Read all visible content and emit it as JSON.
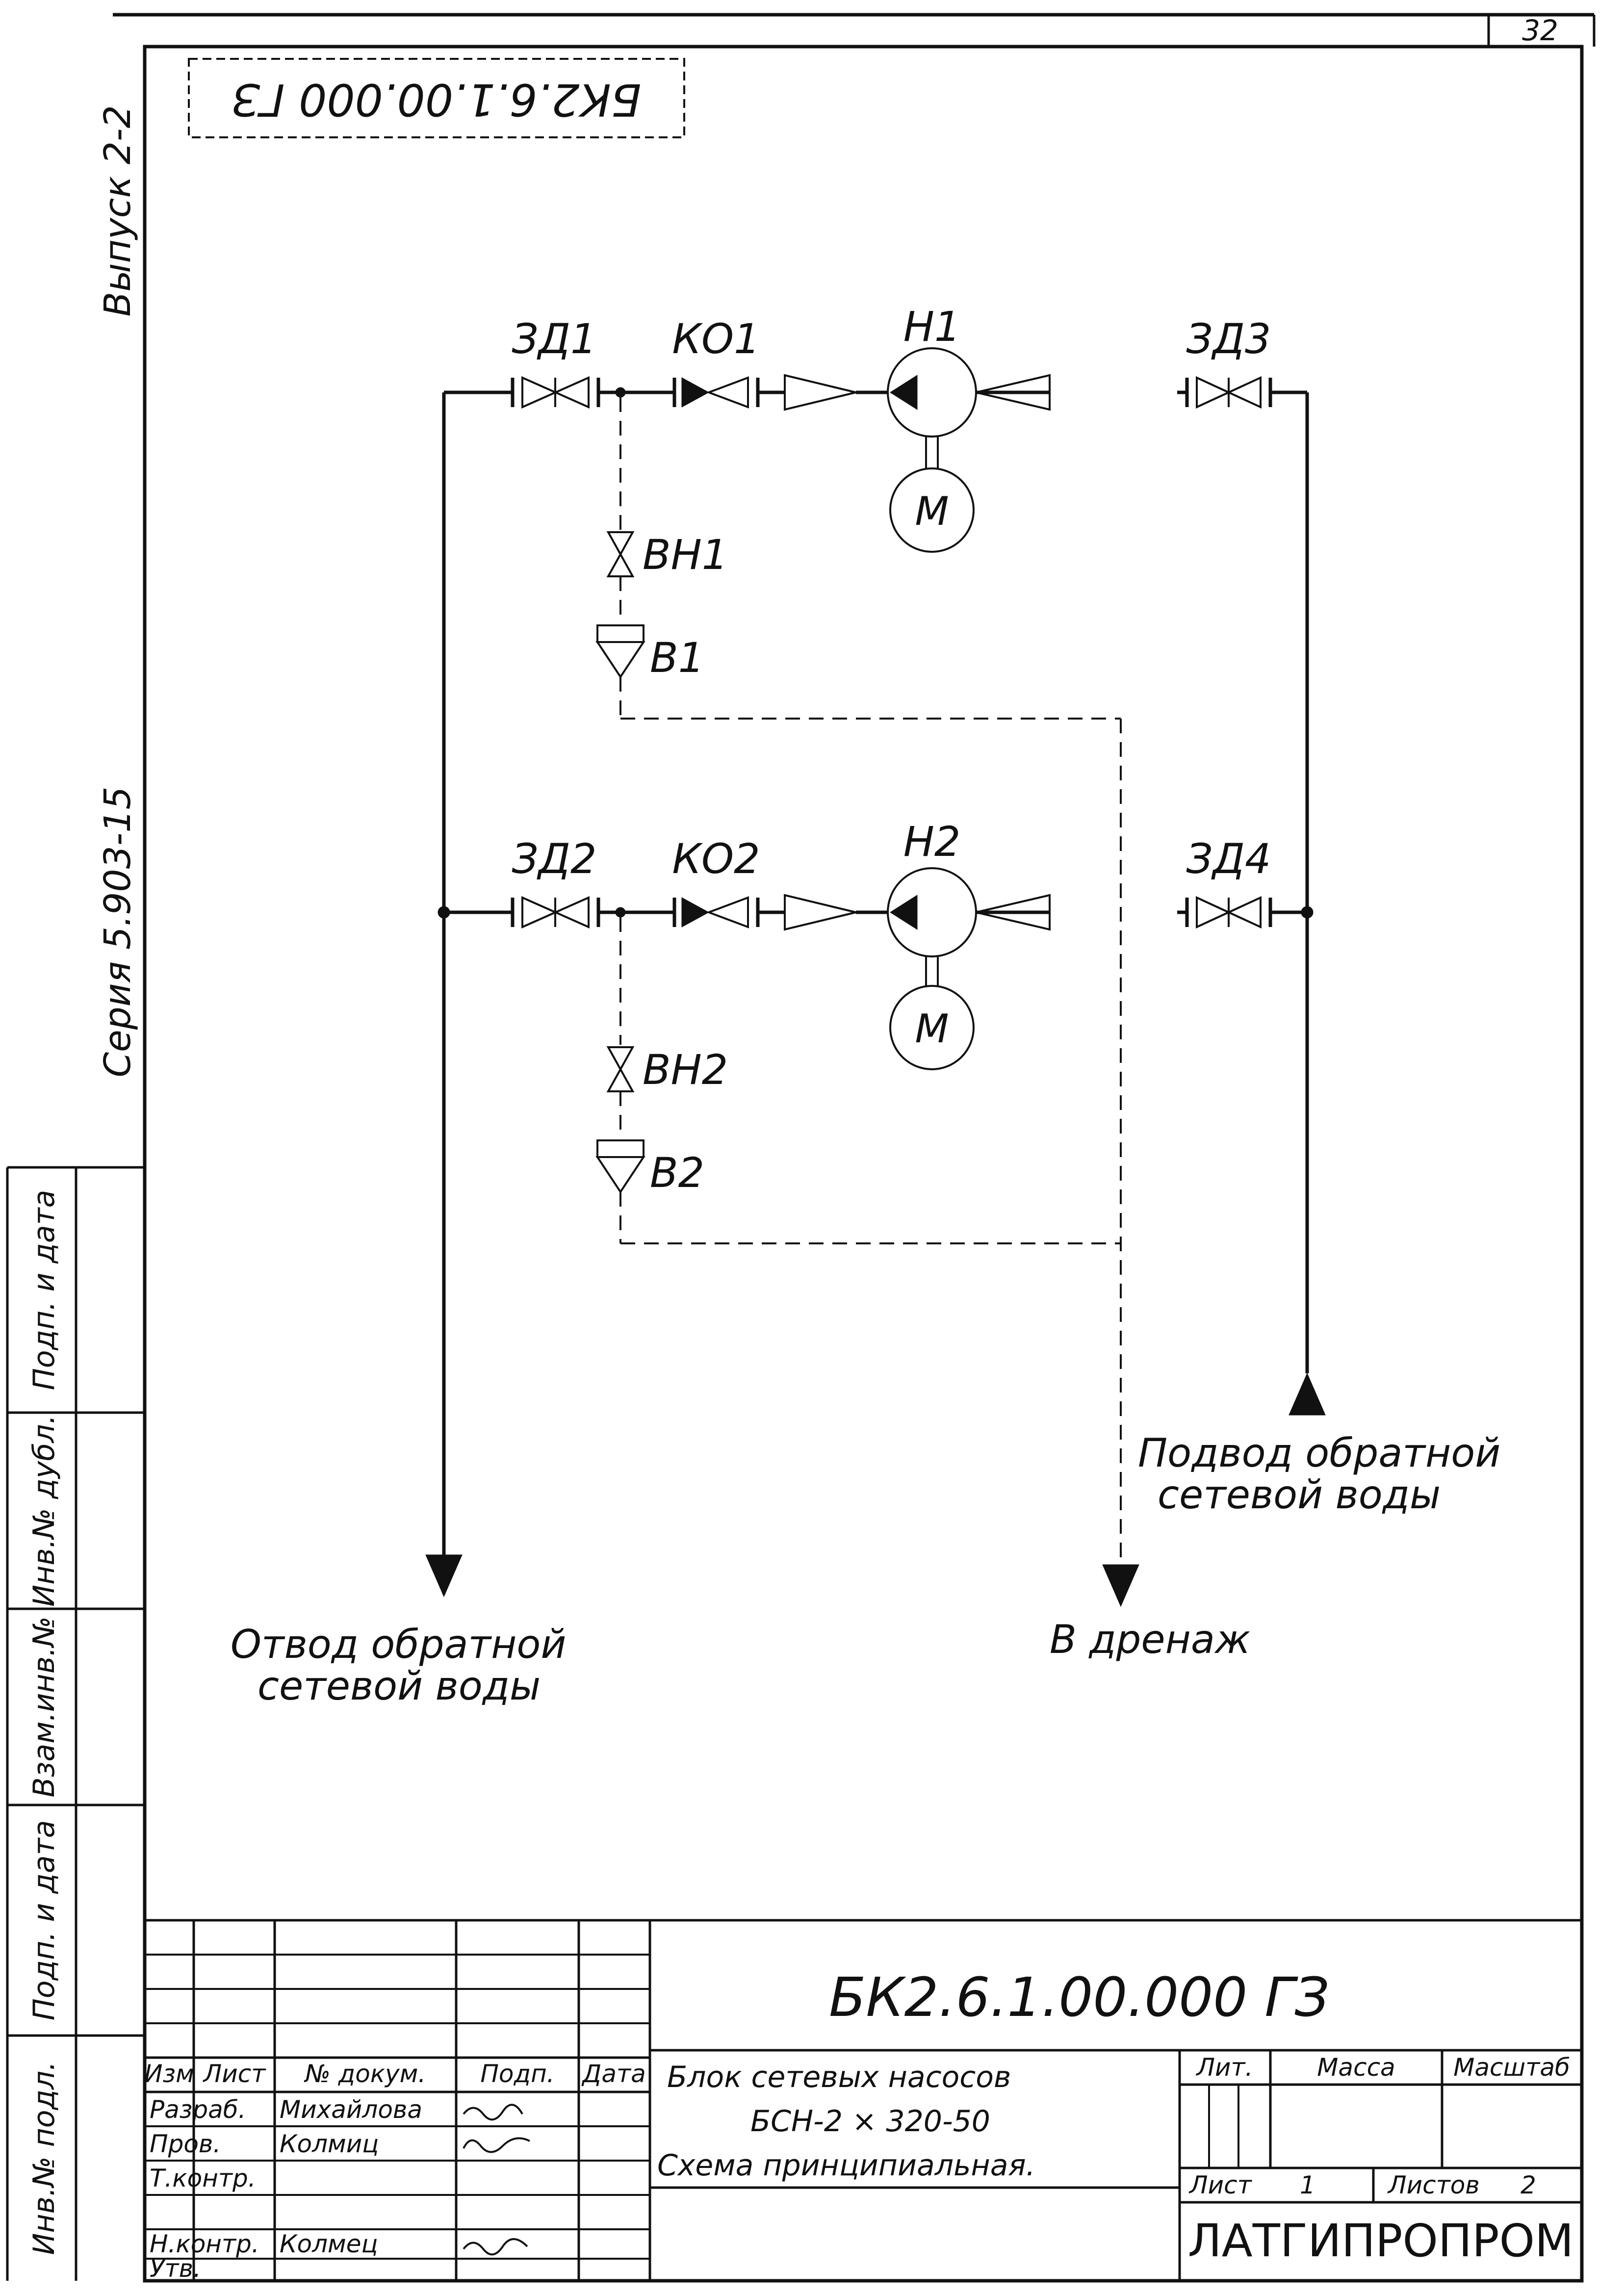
{
  "sheet_number": "32",
  "stamp_code": "БК2.6.1.00.000 ГЗ",
  "margin": {
    "issue": "Выпуск 2-2",
    "series": "Серия 5.903-15",
    "stamp_fields": [
      "Подп. и дата",
      "Инв.№ дубл.",
      "Взам.инв.№",
      "Подп. и дата",
      "Инв.№ подл."
    ]
  },
  "components": {
    "zd1": "ЗД1",
    "ko1": "КО1",
    "n1": "Н1",
    "zd3": "ЗД3",
    "vn1": "ВН1",
    "v1": "В1",
    "zd2": "ЗД2",
    "ko2": "КО2",
    "n2": "Н2",
    "zd4": "ЗД4",
    "vn2": "ВН2",
    "v2": "В2",
    "motor": "М"
  },
  "flows": {
    "outlet_line1": "Отвод обратной",
    "outlet_line2": "сетевой воды",
    "inlet_line1": "Подвод обратной",
    "inlet_line2": "сетевой воды",
    "drain": "В дренаж"
  },
  "title_block": {
    "designation": "БК2.6.1.00.000 ГЗ",
    "name_line1": "Блок сетевых насосов",
    "name_line2": "БСН-2 × 320-50",
    "doc_type": "Схема принципиальная.",
    "col_headers": [
      "Изм",
      "Лист",
      "№ докум.",
      "Подп.",
      "Дата"
    ],
    "roles": [
      {
        "role": "Разраб.",
        "name": "Михайлова"
      },
      {
        "role": "Пров.",
        "name": "Колмиц"
      },
      {
        "role": "Т.контр.",
        "name": ""
      },
      {
        "role": "",
        "name": ""
      },
      {
        "role": "Н.контр.",
        "name": "Колмец"
      },
      {
        "role": "Утв.",
        "name": ""
      }
    ],
    "lit_label": "Лит.",
    "mass_label": "Масса",
    "scale_label": "Масштаб",
    "sheet_label": "Лист",
    "sheet_value": "1",
    "sheets_label": "Листов",
    "sheets_value": "2",
    "organization": "ЛАТГИПРОПРОМ"
  }
}
